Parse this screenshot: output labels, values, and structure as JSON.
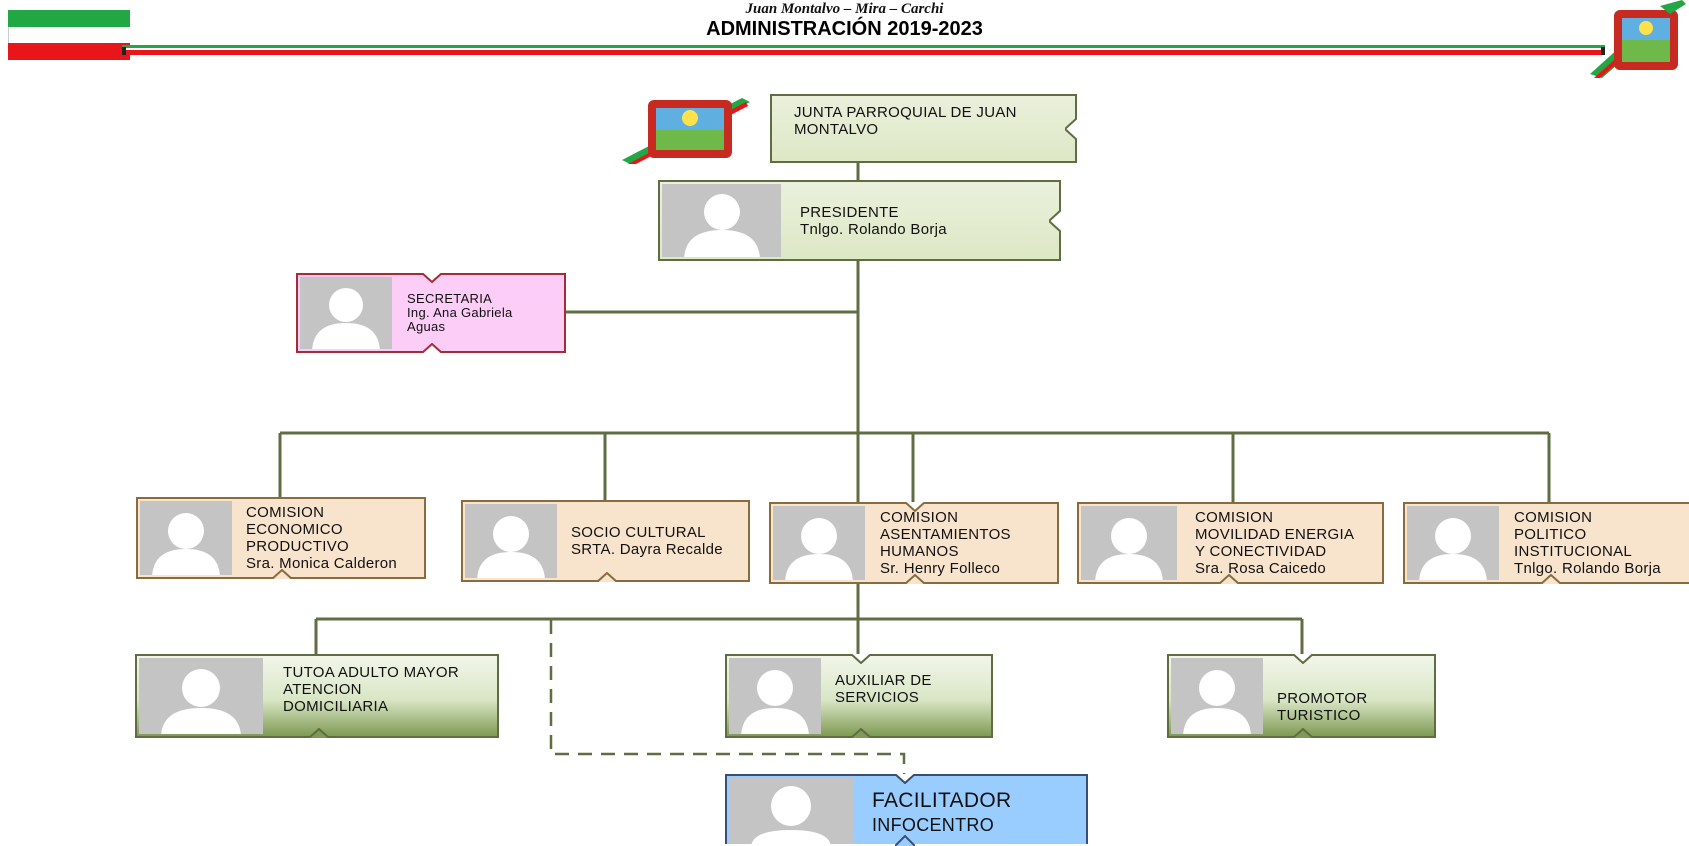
{
  "header": {
    "subtitle": "Juan Montalvo – Mira – Carchi",
    "title": "ADMINISTRACIÓN 2019-2023"
  },
  "colors": {
    "line_green": "#5f6d43",
    "flag_green": "#21a845",
    "flag_red": "#e8161b",
    "box_green": "#e3ebd2",
    "box_peach": "#f8e4cd",
    "box_pink": "#fbcdf7",
    "box_blue": "#99ccff"
  },
  "org": {
    "junta": {
      "lines": [
        "JUNTA PARROQUIAL DE JUAN",
        "MONTALVO"
      ],
      "icon": "parish-seal-icon"
    },
    "presidente": {
      "lines": [
        "PRESIDENTE",
        "Tnlgo. Rolando Borja"
      ]
    },
    "secretaria": {
      "lines": [
        "SECRETARIA",
        "Ing. Ana Gabriela",
        "Aguas"
      ]
    },
    "comisiones": [
      {
        "lines": [
          "COMISION",
          "ECONOMICO",
          "PRODUCTIVO",
          "Sra. Monica Calderon"
        ]
      },
      {
        "lines": [
          "SOCIO CULTURAL",
          "SRTA. Dayra Recalde"
        ]
      },
      {
        "lines": [
          "COMISION",
          "ASENTAMIENTOS",
          "HUMANOS",
          "Sr. Henry Folleco"
        ]
      },
      {
        "lines": [
          "COMISION",
          "MOVILIDAD ENERGIA",
          "Y CONECTIVIDAD",
          "Sra. Rosa Caicedo"
        ]
      },
      {
        "lines": [
          "COMISION",
          "POLITICO",
          "INSTITUCIONAL",
          "Tnlgo. Rolando Borja"
        ]
      }
    ],
    "staff": [
      {
        "lines": [
          "TUTOA ADULTO MAYOR",
          "ATENCION",
          "DOMICILIARIA"
        ]
      },
      {
        "lines": [
          "AUXILIAR DE",
          "SERVICIOS"
        ]
      },
      {
        "lines": [
          "PROMOTOR",
          "TURISTICO"
        ]
      }
    ],
    "facilitador": {
      "lines": [
        "FACILITADOR",
        "INFOCENTRO"
      ]
    }
  }
}
